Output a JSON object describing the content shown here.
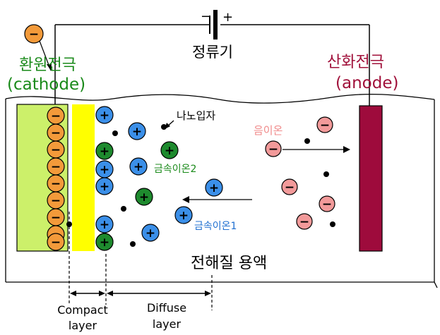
{
  "rectifier": {
    "label": "정류기",
    "minus": "−",
    "plus": "+"
  },
  "cathode": {
    "label_ko": "환원전극",
    "label_en": "(cathode)",
    "color": "#1a8a1a"
  },
  "anode": {
    "label_ko": "산화전극",
    "label_en": "(anode)",
    "color": "#a0103a"
  },
  "electrolyte": {
    "label": "전해질 용액"
  },
  "nanoparticle": {
    "label": "나노입자"
  },
  "anion": {
    "label": "음이온",
    "color": "#f08a8a"
  },
  "metal_ion_1": {
    "label": "금속이온1",
    "color": "#1f6fd0"
  },
  "metal_ion_2": {
    "label": "금속이온2",
    "color": "#1a8a1a"
  },
  "layers": {
    "compact": [
      "Compact",
      "layer"
    ],
    "diffuse": [
      "Diffuse",
      "layer"
    ]
  },
  "signs": {
    "plus": "+",
    "minus": "−"
  },
  "colors": {
    "electron": "#f39a3a",
    "cation_blue": "#3b8fe8",
    "cation_green": "#1e8a2e",
    "anion_fill": "#f29a9a",
    "cathode_plate": "#ccf06a",
    "compact_layer": "#ffff00",
    "anode_plate": "#9e0b3c"
  }
}
